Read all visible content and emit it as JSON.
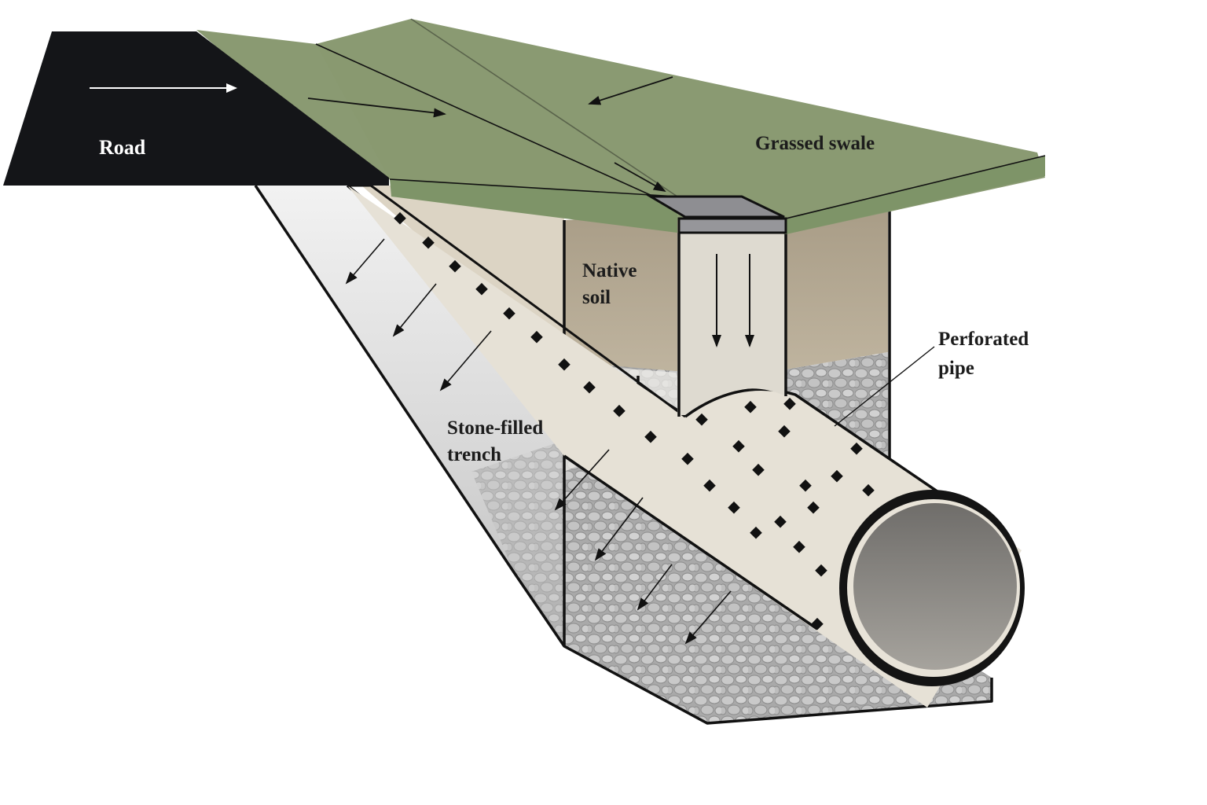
{
  "title": "Grassed swale with stone-filled trench and perforated pipe",
  "labels": {
    "road": "Road",
    "grassed_swale": "Grassed swale",
    "native_soil_line1": "Native",
    "native_soil_line2": "soil",
    "perforated_pipe_line1": "Perforated",
    "perforated_pipe_line2": "pipe",
    "stone_trench_line1": "Stone-filled",
    "stone_trench_line2": "trench"
  },
  "colors": {
    "road": "#141518",
    "grass": "#8a9a72",
    "grass_dark": "#7f916b",
    "native_soil": "#b4a891",
    "stone": "#b9b9b9",
    "pipe_shell": "#e4dfd4",
    "pipe_interior": "#8c8a86",
    "inlet_grate": "#8e8e92",
    "outline": "#111111"
  },
  "flow_arrows": {
    "road_surface": "right",
    "swale_surface": [
      "toward-center",
      "toward-center",
      "toward-inlet"
    ],
    "inlet_shaft": [
      "down",
      "down"
    ],
    "trench_wall": [
      "down-left",
      "down-left",
      "down-left"
    ],
    "stone_fill": [
      "down-left",
      "down-left",
      "down-left",
      "down-left"
    ]
  }
}
